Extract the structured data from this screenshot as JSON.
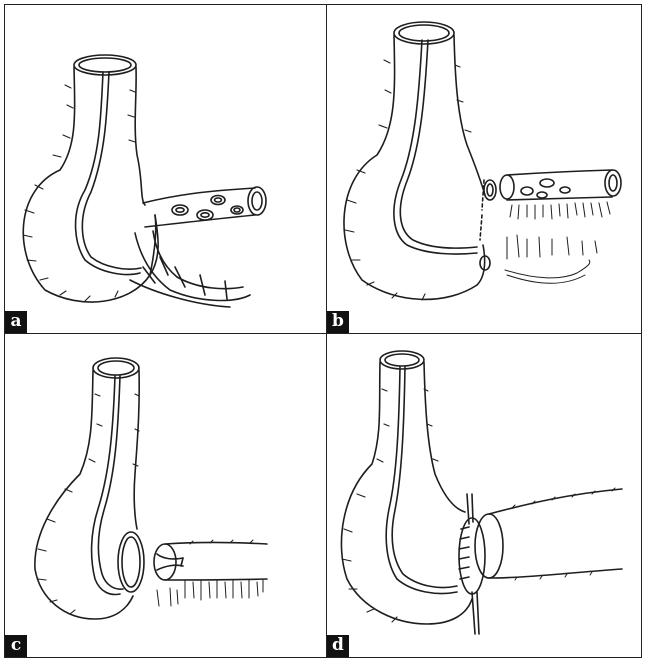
{
  "panels": [
    {
      "id": "a",
      "label": "a"
    },
    {
      "id": "b",
      "label": "b"
    },
    {
      "id": "c",
      "label": "c"
    },
    {
      "id": "d",
      "label": "d"
    }
  ],
  "colors": {
    "line": "#1e1e1e",
    "label_bg": "#111111",
    "label_text": "#ffffff",
    "border": "#222222"
  }
}
